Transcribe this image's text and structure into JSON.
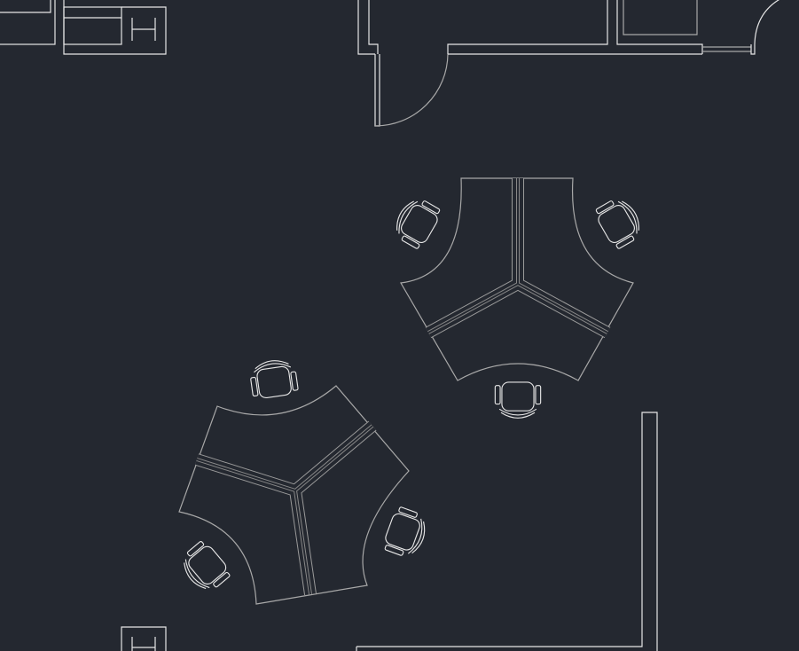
{
  "drawing": {
    "type": "floor-plan",
    "background_color": "#242830",
    "line_color": "#e6e6e6",
    "secondary_line_color": "#a8a8a8",
    "workstation_clusters": 2,
    "chairs_per_cluster": 3
  }
}
